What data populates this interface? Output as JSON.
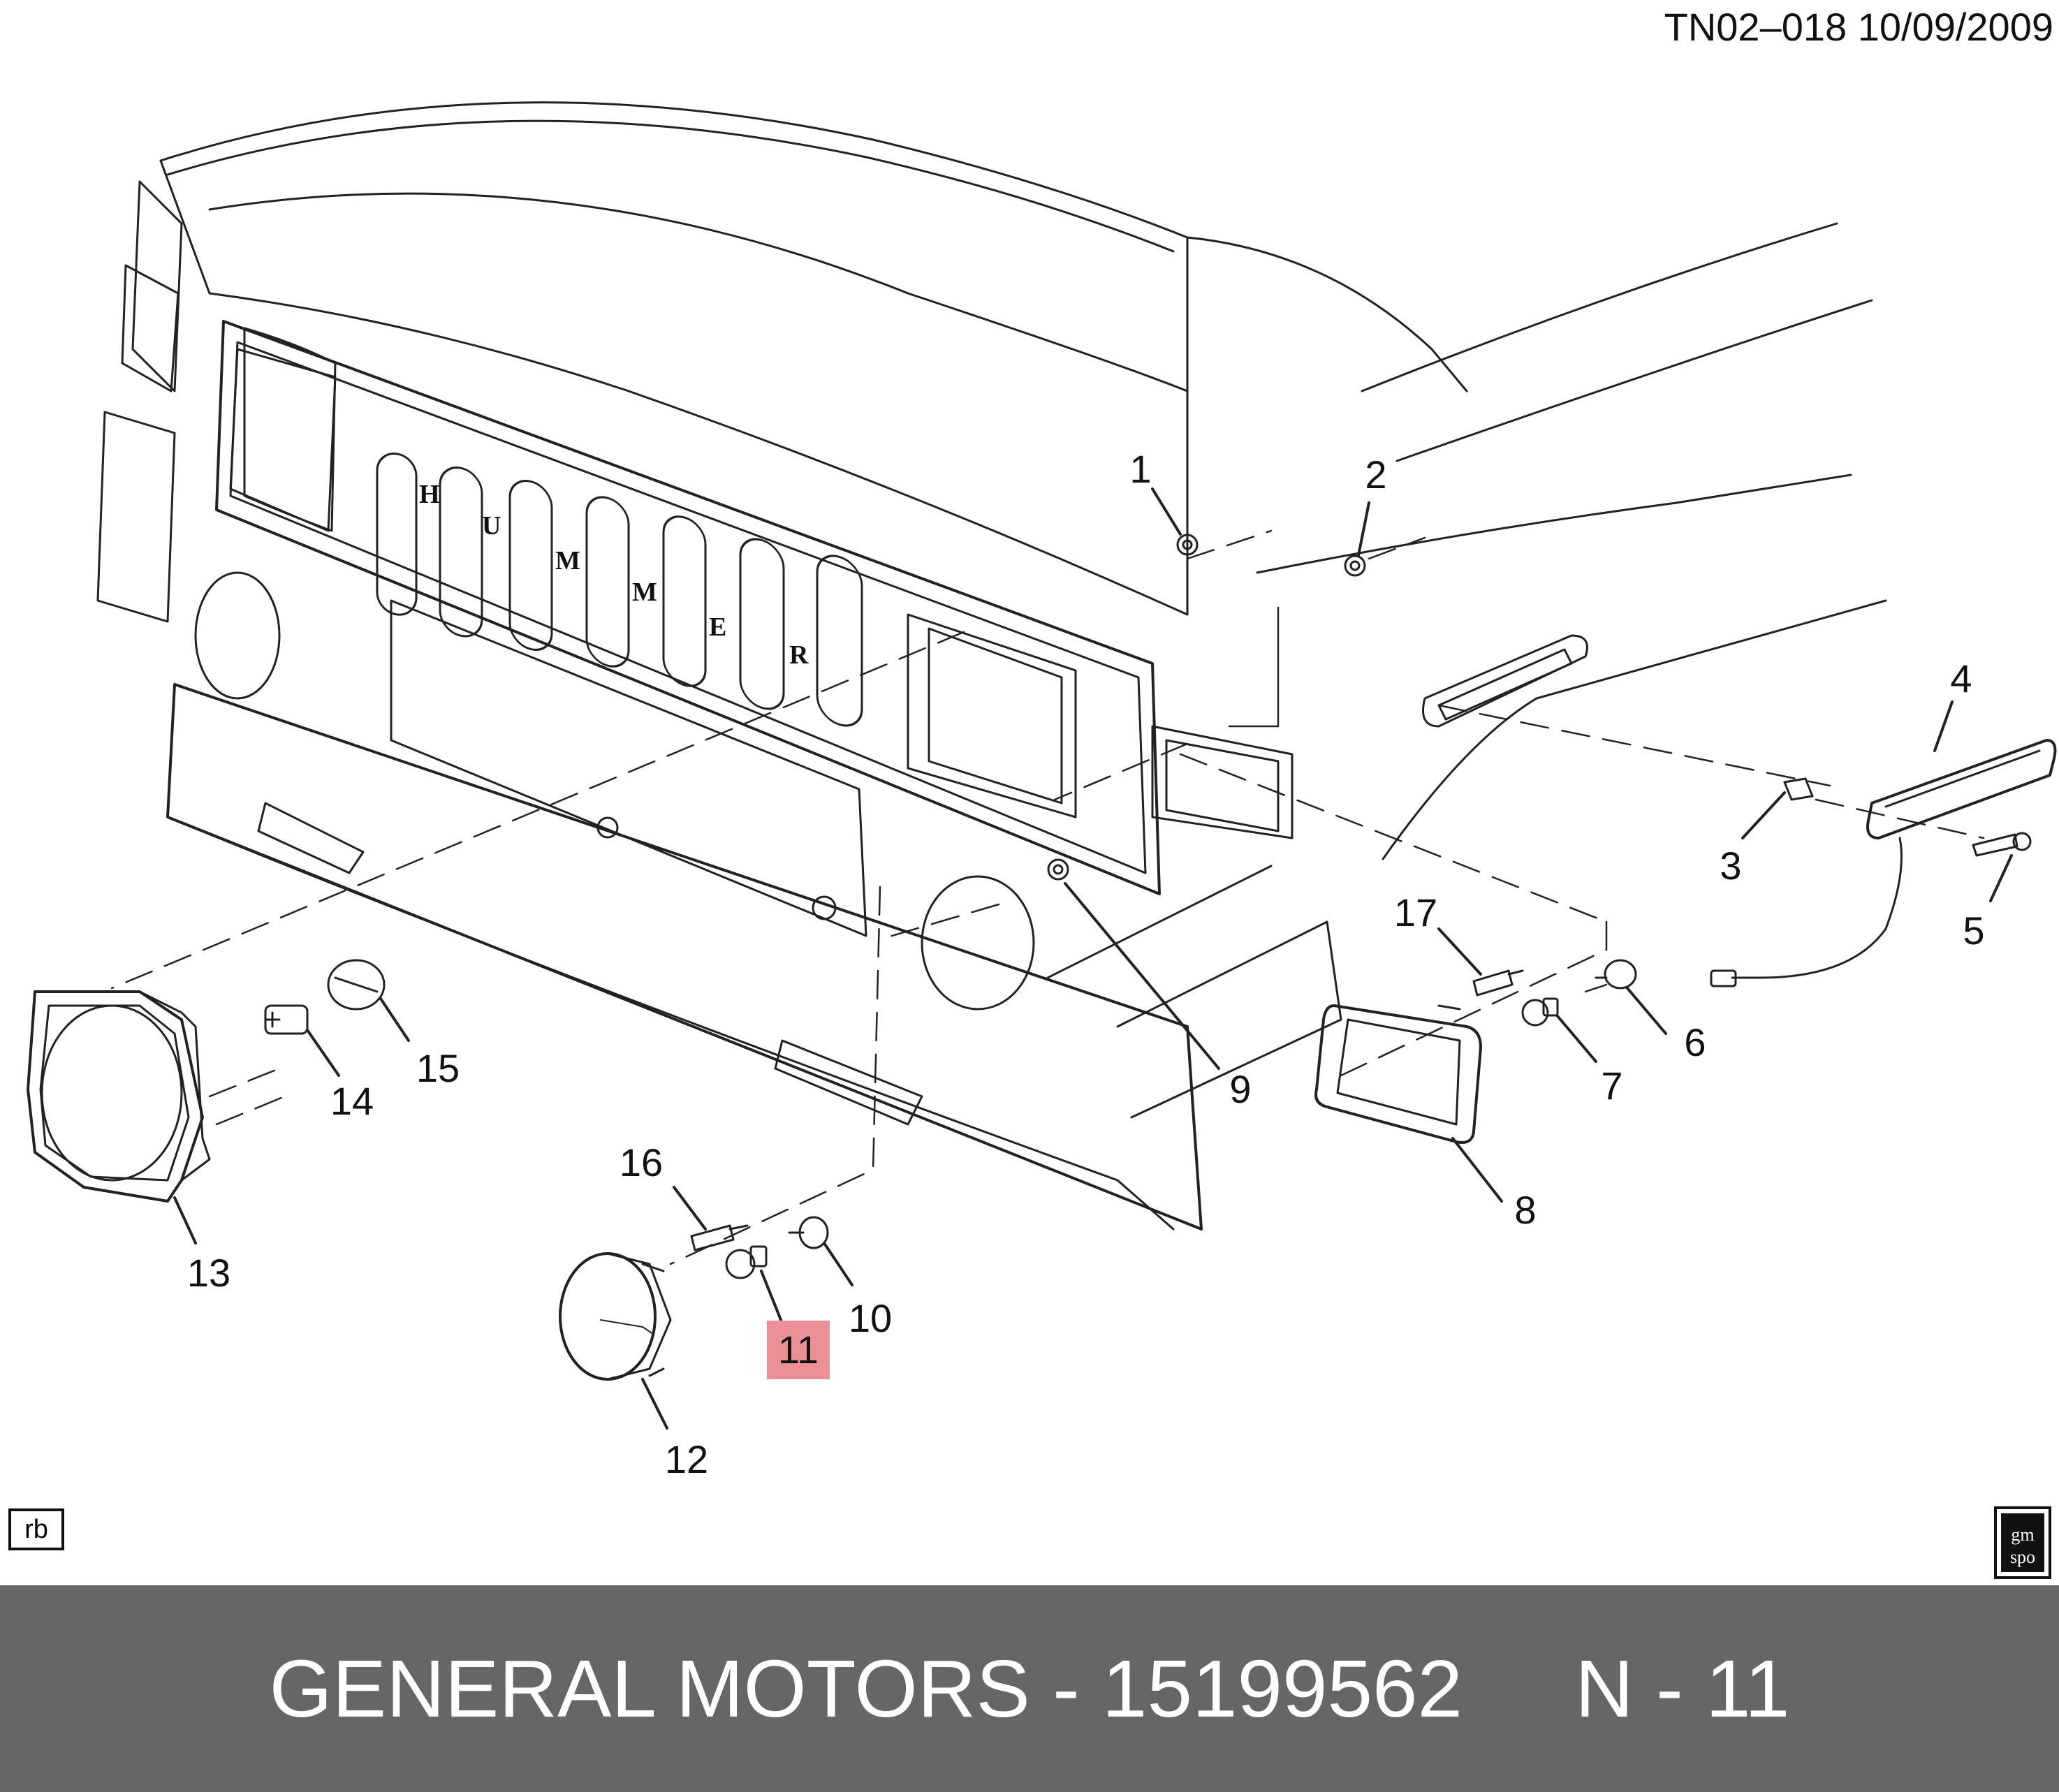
{
  "header": {
    "reference": "TN02–018  10/09/2009"
  },
  "grille_letters": [
    "H",
    "U",
    "M",
    "M",
    "E",
    "R"
  ],
  "callouts": [
    {
      "id": "1",
      "label": "1"
    },
    {
      "id": "2",
      "label": "2"
    },
    {
      "id": "3",
      "label": "3"
    },
    {
      "id": "4",
      "label": "4"
    },
    {
      "id": "5",
      "label": "5"
    },
    {
      "id": "6",
      "label": "6"
    },
    {
      "id": "7",
      "label": "7"
    },
    {
      "id": "8",
      "label": "8"
    },
    {
      "id": "9",
      "label": "9"
    },
    {
      "id": "10",
      "label": "10"
    },
    {
      "id": "11",
      "label": "11",
      "highlighted": true
    },
    {
      "id": "12",
      "label": "12"
    },
    {
      "id": "13",
      "label": "13"
    },
    {
      "id": "14",
      "label": "14"
    },
    {
      "id": "15",
      "label": "15"
    },
    {
      "id": "16",
      "label": "16"
    },
    {
      "id": "17",
      "label": "17"
    }
  ],
  "highlight_color": "#ec8f97",
  "corner_tag": "rb",
  "logo": {
    "line1": "gm",
    "line2": "spo"
  },
  "footer": {
    "text": "GENERAL MOTORS - 15199562     N - 11",
    "background": "#666666"
  }
}
